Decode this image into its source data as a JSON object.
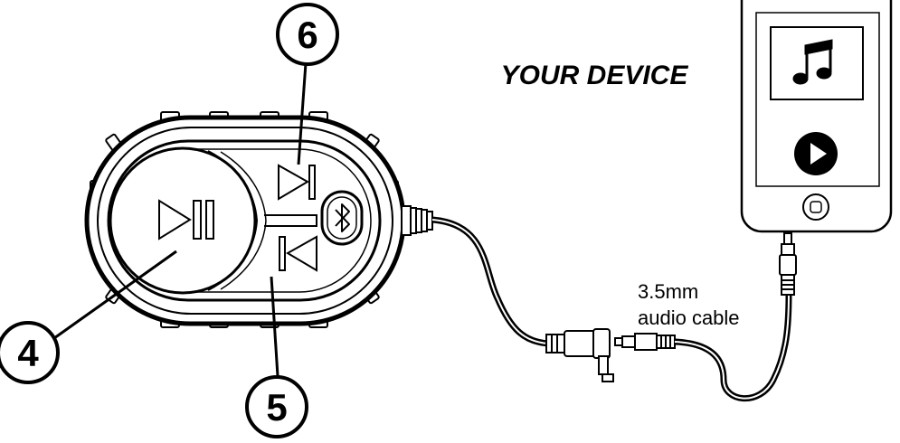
{
  "device_label": "YOUR DEVICE",
  "cable_label": {
    "line1": "3.5mm",
    "line2": "audio cable"
  },
  "callouts": {
    "play_pause": "4",
    "previous_track": "5",
    "next_track": "6"
  },
  "icons": {
    "play_pause": "play-pause-icon",
    "next_track": "next-track-icon",
    "previous_track": "previous-track-icon",
    "bluetooth": "bluetooth-icon",
    "music_note": "music-note-icon",
    "play": "play-icon",
    "home_button": "home-button-icon"
  },
  "colors": {
    "ink": "#000000",
    "background": "#ffffff"
  }
}
